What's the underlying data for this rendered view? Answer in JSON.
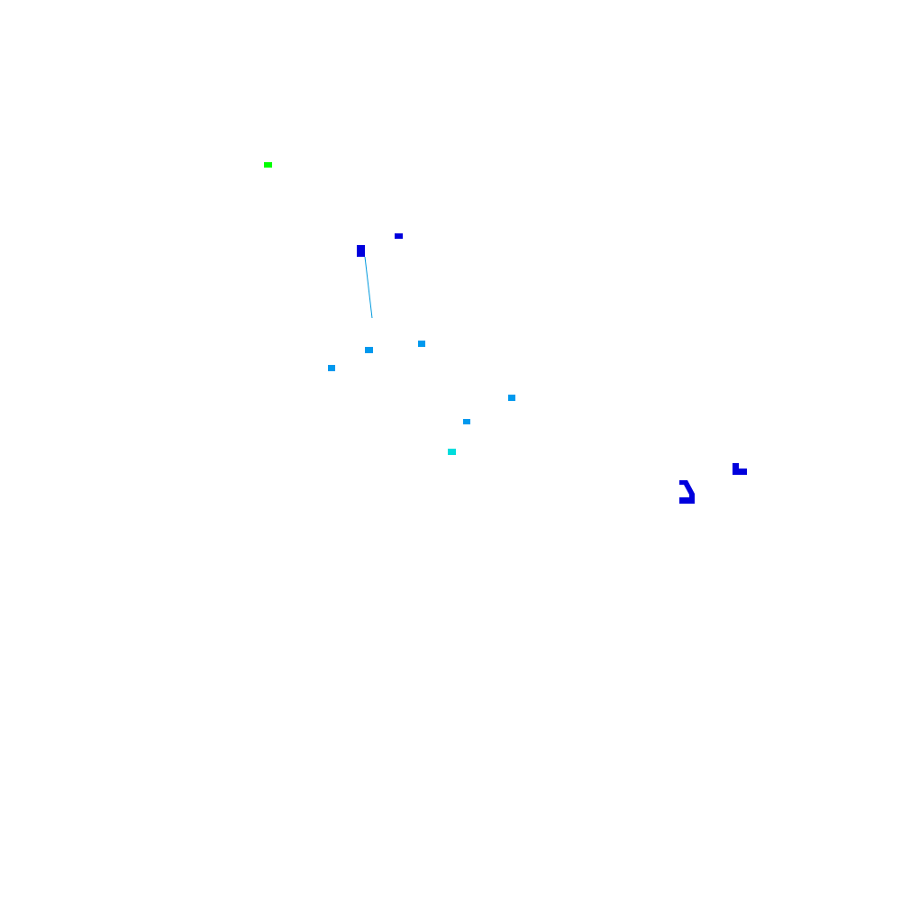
{
  "canvas": {
    "background": "#ffffff"
  },
  "palette": {
    "green": "#00ff00",
    "blue": "#0000dd",
    "light_blue": "#0099ee",
    "cyan": "#00dddd",
    "line": "#0099dd"
  },
  "marks": [
    {
      "name": "green-marker",
      "color_key": "green"
    },
    {
      "name": "blue-marker-small",
      "color_key": "blue"
    },
    {
      "name": "blue-marker-tall",
      "color_key": "blue"
    },
    {
      "name": "connector-line",
      "color_key": "line"
    },
    {
      "name": "light-blue-marker-1",
      "color_key": "light_blue"
    },
    {
      "name": "light-blue-marker-2",
      "color_key": "light_blue"
    },
    {
      "name": "light-blue-marker-3",
      "color_key": "light_blue"
    },
    {
      "name": "light-blue-marker-4",
      "color_key": "light_blue"
    },
    {
      "name": "light-blue-marker-5",
      "color_key": "light_blue"
    },
    {
      "name": "cyan-marker",
      "color_key": "cyan"
    },
    {
      "name": "blue-l-shape",
      "color_key": "blue"
    },
    {
      "name": "blue-bracket-shape",
      "color_key": "blue"
    }
  ]
}
